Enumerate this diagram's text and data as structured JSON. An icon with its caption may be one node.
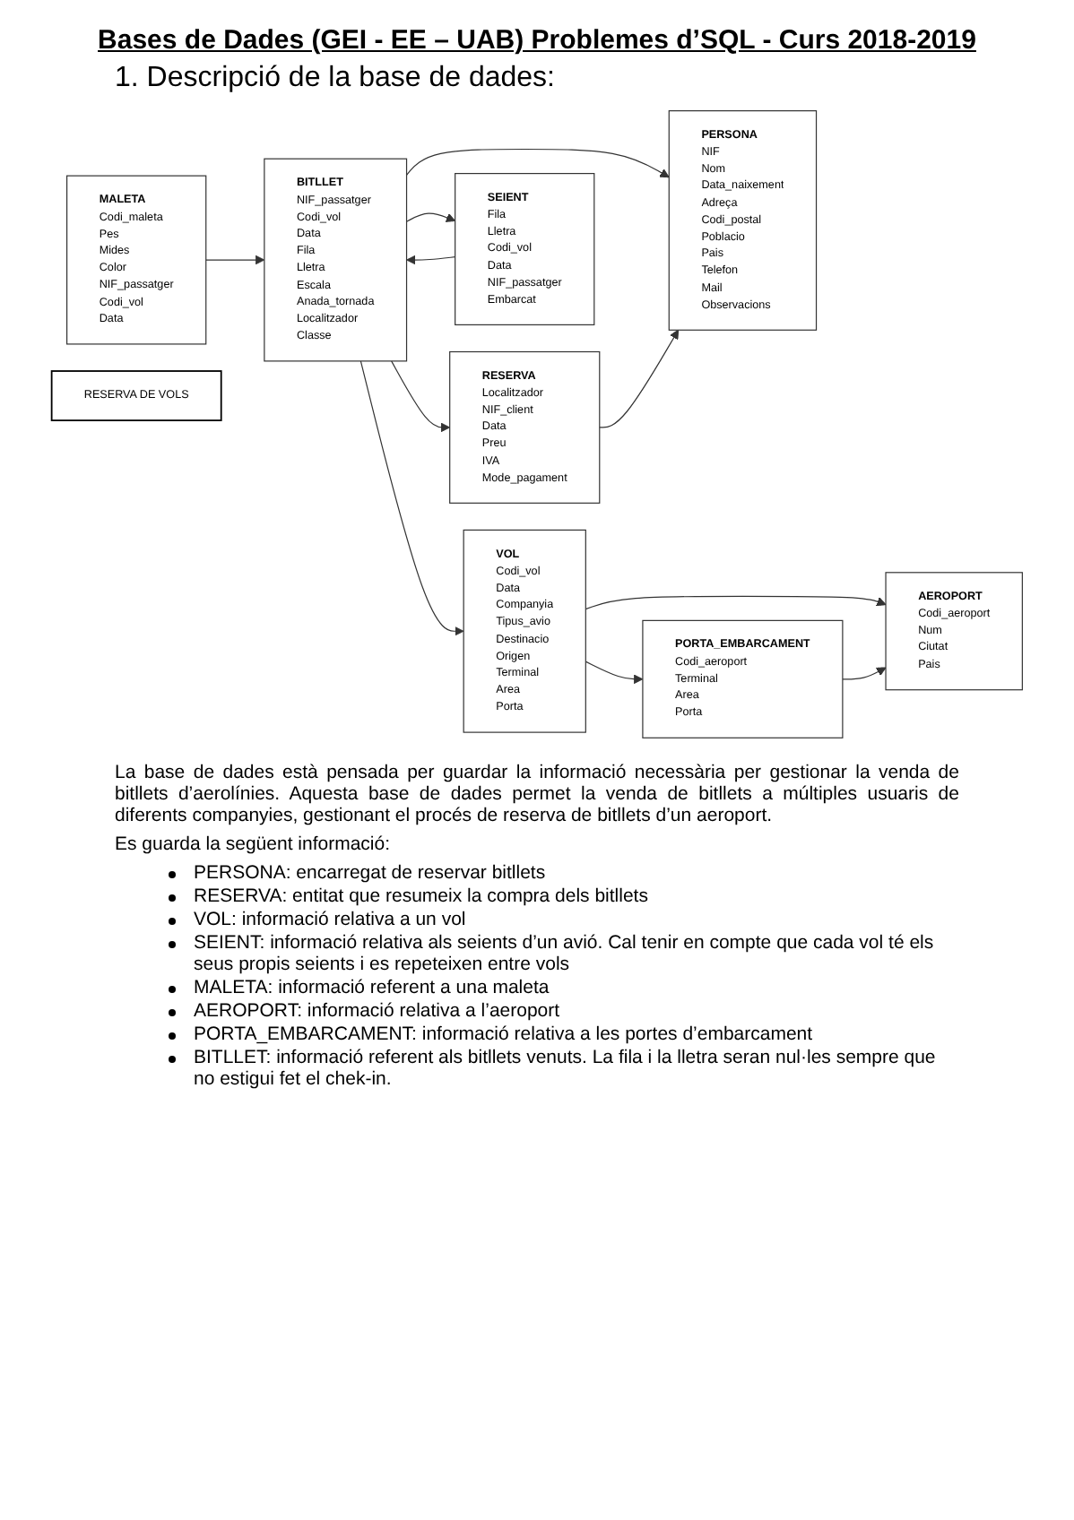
{
  "diagram": {
    "title": "Bases de Dades (GEI - EE – UAB) Problemes d’SQL - Curs 2018-2019",
    "nodes": [
      {
        "text": [
          "MALETA",
          "Codi_maleta",
          "Pes",
          "Mides",
          "Color",
          "NIF_passatger",
          "Codi_vol",
          "Data"
        ]
      },
      {
        "text": [
          "RESERVA DE VOLS"
        ]
      },
      {
        "text": [
          "VOL",
          "Codi_vol",
          "Data",
          "Companyia",
          "Tipus_avio",
          "Destinacio",
          "Origen",
          "Terminal",
          "Area",
          "Porta"
        ]
      },
      {
        "text": [
          "AEROPORT",
          "Codi_aeroport",
          "Num",
          "Ciutat",
          "Pais"
        ]
      },
      {
        "text": [
          "PERSONA",
          "NIF",
          "Nom",
          "Data_naixement",
          "Adreça",
          "Codi_postal",
          "Poblacio",
          "Pais",
          "Telefon",
          "Mail",
          "Observacions"
        ]
      },
      {
        "text": [
          "BITLLET",
          "NIF_passatger",
          "Codi_vol",
          "Data",
          "Fila",
          "Lletra",
          "Escala",
          "Anada_tornada",
          "Localitzador",
          "Classe"
        ]
      },
      {
        "text": [
          "PORTA_EMBARCAMENT",
          "Codi_aeroport",
          "Terminal",
          "Area",
          "Porta"
        ]
      },
      {
        "text": [
          "SEIENT",
          "Fila",
          "Lletra",
          "Codi_vol",
          "Data",
          "NIF_passatger",
          "Embarcat"
        ]
      },
      {
        "text": [
          "RESERVA",
          "Localitzador",
          "NIF_client",
          "Data",
          "Preu",
          "IVA",
          "Mode_pagament"
        ]
      }
    ],
    "edges": [
      {
        "from": 0,
        "to": 5,
        "arrow": "to"
      },
      {
        "from": 5,
        "to": 4,
        "arrow": "to"
      },
      {
        "from": 8,
        "to": 4,
        "arrow": "to"
      },
      {
        "from": 7,
        "to": 5,
        "arrow": "to"
      },
      {
        "from": 5,
        "to": 2,
        "arrow": "to"
      },
      {
        "from": 5,
        "to": 7,
        "arrow": "to"
      },
      {
        "from": 5,
        "to": 8,
        "arrow": "to"
      },
      {
        "from": 2,
        "to": 3,
        "arrow": "to"
      },
      {
        "from": 6,
        "to": 3,
        "arrow": "to"
      },
      {
        "from": 2,
        "to": 6,
        "arrow": "to"
      }
    ],
    "labels": [
      "1. Descripció de la base de dades:",
      "La base de dades està pensada per guardar la informació necessària per gestionar la venda de bitllets d’aerolínies. Aquesta base de dades permet la venda de bitllets a múltiples usuaris de diferents companyies, gestionant el procés de reserva de bitllets d’un aeroport.",
      "Es guarda la següent informació:",
      "PERSONA: encarregat de reservar bitllets",
      "RESERVA: entitat que resumeix la compra dels bitllets",
      "VOL: informació relativa a un vol",
      "SEIENT: informació relativa als seients d’un avió. Cal tenir en compte que cada vol té els seus propis seients i es repeteixen entre vols",
      "MALETA: informació referent a una maleta",
      "AEROPORT: informació relativa a l’aeroport",
      "PORTA_EMBARCAMENT: informació relativa a les portes d’embarcament",
      "BITLLET: informació referent als bitllets venuts. La fila i la lletra seran nul·les sempre que no estigui fet el chek-in."
    ]
  }
}
